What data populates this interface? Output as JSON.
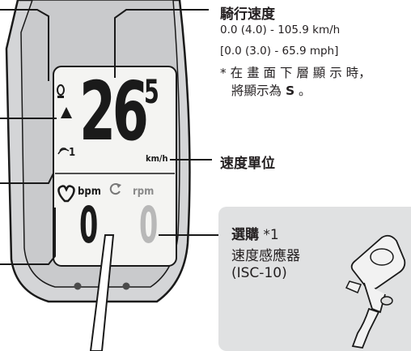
{
  "speed_section": {
    "title": "騎行速度",
    "range_kmh": "0.0 (4.0) - 105.9 km/h",
    "range_mph": "[0.0 (3.0) - 65.9 mph]",
    "note_line1": "* 在 畫 面 下 層 顯 示 時，",
    "note_line2_prefix": "將顯示為 ",
    "note_line2_s": "S",
    "note_line2_suffix": " 。"
  },
  "unit_section": {
    "title": "速度單位"
  },
  "option_box": {
    "option_label": "選購",
    "option_ref": " *1",
    "sensor_name": "速度感應器",
    "sensor_model": "(ISC-10)"
  },
  "display": {
    "speed_digits": "26",
    "speed_decimal": "5",
    "speed_unit": "km/h",
    "heart_unit": "bpm",
    "heart_value": "0",
    "cadence_unit": "rpm",
    "cadence_value": "0",
    "sensor_number": "1"
  }
}
